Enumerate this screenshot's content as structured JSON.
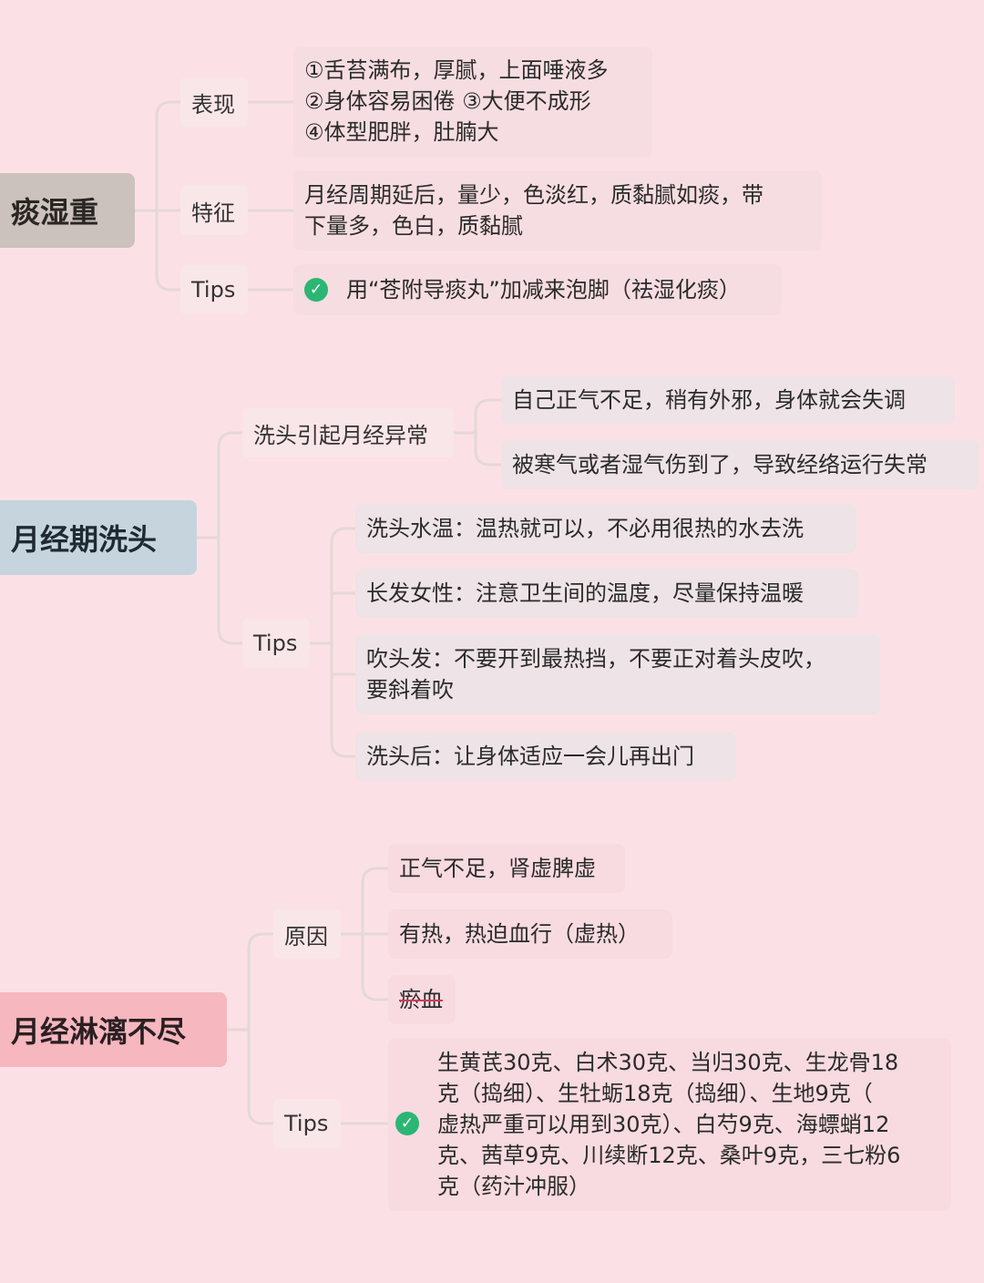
{
  "sections": [
    {
      "title": "痰湿重",
      "nodes": {
        "biaoxian": {
          "label": "表现",
          "lines": [
            "①舌苔满布，厚腻，上面唾液多",
            "②身体容易困倦 ③大便不成形",
            "④体型肥胖，肚腩大"
          ]
        },
        "tezheng": {
          "label": "特征",
          "lines": [
            "月经周期延后，量少，色淡红，质黏腻如痰，带",
            "下量多，色白，质黏腻"
          ]
        },
        "tips": {
          "label": "Tips",
          "text": "用“苍附导痰丸”加减来泡脚（祛湿化痰）"
        }
      }
    },
    {
      "title": "月经期洗头",
      "nodes": {
        "cause": {
          "label": "洗头引起月经异常",
          "items": [
            "自己正气不足，稍有外邪，身体就会失调",
            "被寒气或者湿气伤到了，导致经络运行失常"
          ]
        },
        "tips": {
          "label": "Tips",
          "items": [
            [
              "洗头水温：温热就可以，不必用很热的水去洗"
            ],
            [
              "长发女性：注意卫生间的温度，尽量保持温暖"
            ],
            [
              "吹头发：不要开到最热挡，不要正对着头皮吹，",
              "要斜着吹"
            ],
            [
              "洗头后：让身体适应一会儿再出门"
            ]
          ]
        }
      }
    },
    {
      "title": "月经淋漓不尽",
      "nodes": {
        "cause": {
          "label": "原因",
          "items": [
            "正气不足，肾虚脾虚",
            "有热，热迫血行（虚热）",
            "瘀血"
          ]
        },
        "tips": {
          "label": "Tips",
          "lines": [
            "生黄芪30克、白术30克、当归30克、生龙骨18",
            "克（捣细）、生牡蛎18克（捣细）、生地9克（",
            "虚热严重可以用到30克）、白芍9克、海螵蛸12",
            "克、茜草9克、川续断12克、桑叶9克，三七粉6",
            "克（药汁冲服）"
          ]
        }
      }
    }
  ],
  "colors": {
    "background": "#fbe1e5",
    "line": "#e5d8d6",
    "check": "#2bb673"
  }
}
